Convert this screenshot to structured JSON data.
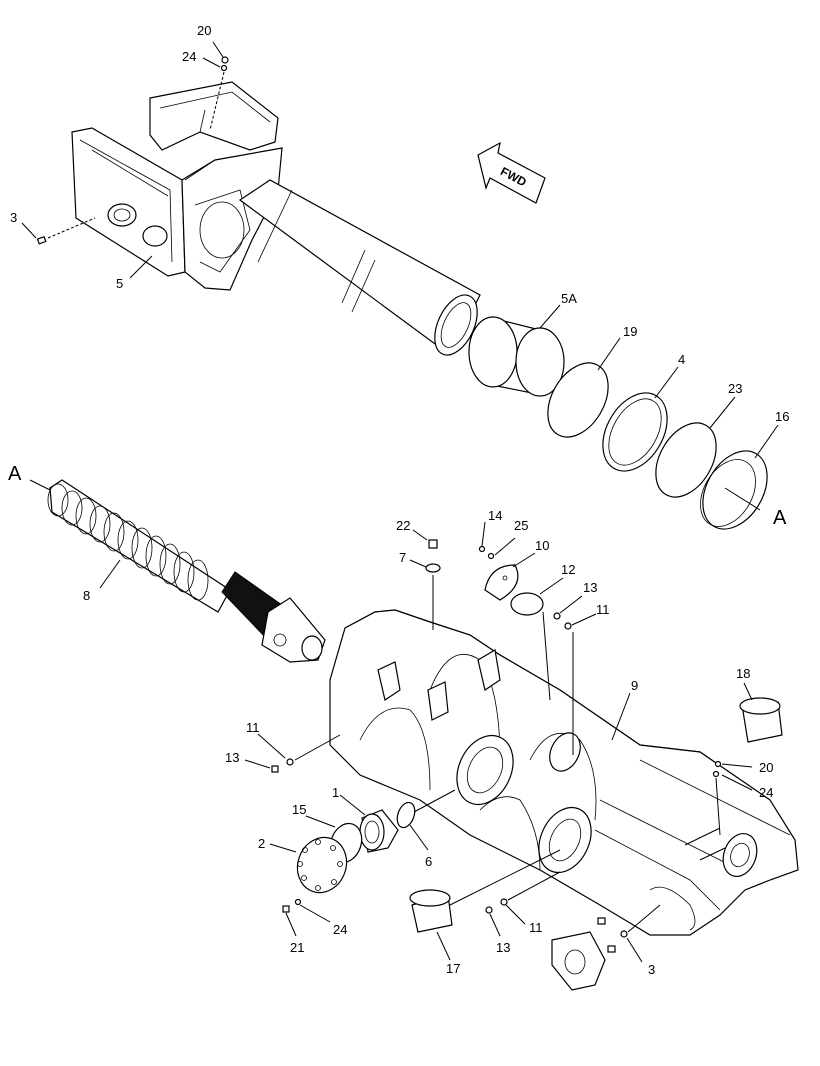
{
  "direction_arrow": {
    "label": "FWD"
  },
  "section_marker": "A",
  "callouts": {
    "c20_top": "20",
    "c24_top": "24",
    "c3_left": "3",
    "c5": "5",
    "c5a": "5A",
    "c19": "19",
    "c4": "4",
    "c23": "23",
    "c16": "16",
    "c8": "8",
    "c22": "22",
    "c7": "7",
    "c14": "14",
    "c25": "25",
    "c10": "10",
    "c12": "12",
    "c13_top": "13",
    "c11_top": "11",
    "c9": "9",
    "c18": "18",
    "c11_left": "11",
    "c13_left": "13",
    "c20_right": "20",
    "c24_right": "24",
    "c1": "1",
    "c15": "15",
    "c2": "2",
    "c6": "6",
    "c21": "21",
    "c24_bottom": "24",
    "c17": "17",
    "c13_bottom": "13",
    "c11_bottom": "11",
    "c3_bottom": "3"
  }
}
